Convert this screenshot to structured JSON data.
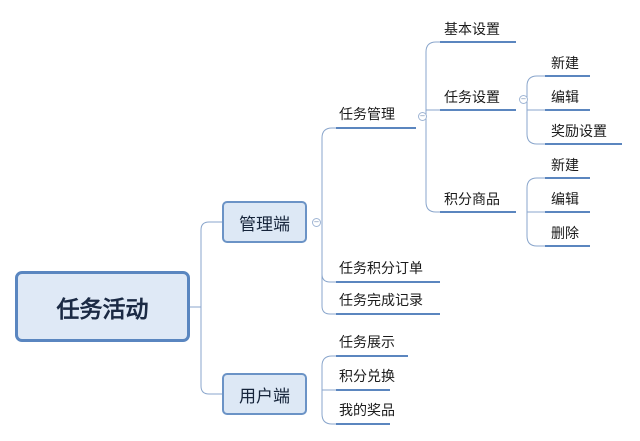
{
  "mindmap": {
    "root": "任务活动",
    "admin": {
      "label": "管理端",
      "task_mgmt": {
        "label": "任务管理",
        "basic": "基本设置",
        "task_settings": {
          "label": "任务设置",
          "children": [
            "新建",
            "编辑",
            "奖励设置"
          ]
        },
        "points_goods": {
          "label": "积分商品",
          "children": [
            "新建",
            "编辑",
            "删除"
          ]
        }
      },
      "points_orders": "任务积分订单",
      "completion_records": "任务完成记录"
    },
    "user": {
      "label": "用户端",
      "children": [
        "任务展示",
        "积分兑换",
        "我的奖品"
      ]
    },
    "collapse_glyph": "−"
  }
}
